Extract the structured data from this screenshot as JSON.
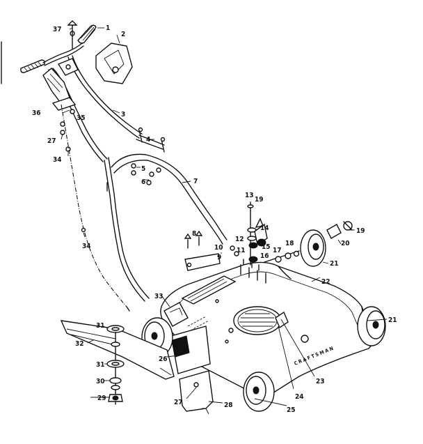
{
  "callouts": [
    {
      "id": "c1",
      "label": "1"
    },
    {
      "id": "c2",
      "label": "2"
    },
    {
      "id": "c3",
      "label": "3"
    },
    {
      "id": "c4",
      "label": "4"
    },
    {
      "id": "c5",
      "label": "5"
    },
    {
      "id": "c6",
      "label": "6"
    },
    {
      "id": "c7",
      "label": "7"
    },
    {
      "id": "c8",
      "label": "8"
    },
    {
      "id": "c9",
      "label": "9"
    },
    {
      "id": "c10",
      "label": "10"
    },
    {
      "id": "c11",
      "label": "11"
    },
    {
      "id": "c12",
      "label": "12"
    },
    {
      "id": "c13",
      "label": "13"
    },
    {
      "id": "c14",
      "label": "14"
    },
    {
      "id": "c15",
      "label": "15"
    },
    {
      "id": "c16",
      "label": "16"
    },
    {
      "id": "c17",
      "label": "17"
    },
    {
      "id": "c18",
      "label": "18"
    },
    {
      "id": "c19a",
      "label": "19"
    },
    {
      "id": "c19b",
      "label": "19"
    },
    {
      "id": "c20",
      "label": "20"
    },
    {
      "id": "c21a",
      "label": "21"
    },
    {
      "id": "c21b",
      "label": "21"
    },
    {
      "id": "c22",
      "label": "22"
    },
    {
      "id": "c23",
      "label": "23"
    },
    {
      "id": "c24",
      "label": "24"
    },
    {
      "id": "c25",
      "label": "25"
    },
    {
      "id": "c26",
      "label": "26"
    },
    {
      "id": "c27a",
      "label": "27"
    },
    {
      "id": "c27b",
      "label": "27"
    },
    {
      "id": "c28",
      "label": "28"
    },
    {
      "id": "c29",
      "label": "29"
    },
    {
      "id": "c30",
      "label": "30"
    },
    {
      "id": "c31a",
      "label": "31"
    },
    {
      "id": "c31b",
      "label": "31"
    },
    {
      "id": "c32",
      "label": "32"
    },
    {
      "id": "c33",
      "label": "33"
    },
    {
      "id": "c34a",
      "label": "34"
    },
    {
      "id": "c34b",
      "label": "34"
    },
    {
      "id": "c35",
      "label": "35"
    },
    {
      "id": "c36",
      "label": "36"
    },
    {
      "id": "c37",
      "label": "37"
    }
  ],
  "deck_brand": "CRAFTSMAN"
}
